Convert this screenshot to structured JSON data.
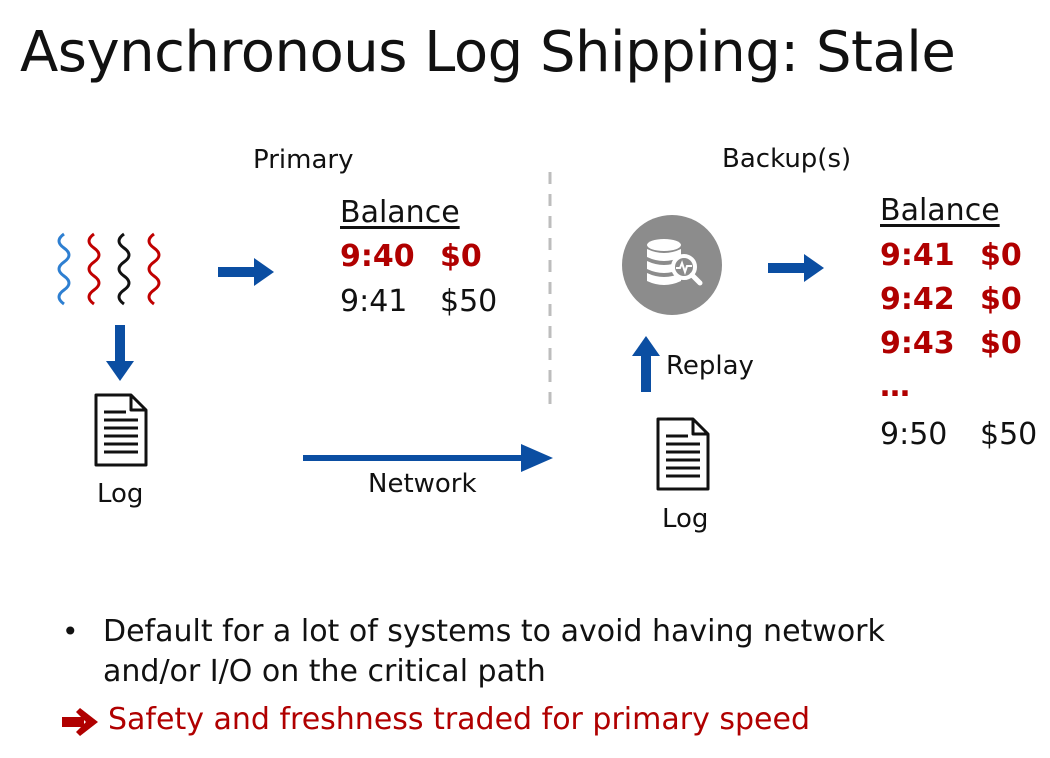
{
  "title": "Asynchronous Log Shipping: Stale",
  "primary": {
    "label": "Primary",
    "balance_header": "Balance",
    "rows": [
      {
        "time": "9:40",
        "amount": "$0",
        "highlight": true
      },
      {
        "time": "9:41",
        "amount": "$50",
        "highlight": false
      }
    ],
    "log_label": "Log"
  },
  "backup": {
    "label": "Backup(s)",
    "balance_header": "Balance",
    "rows": [
      {
        "time": "9:41",
        "amount": "$0",
        "highlight": true
      },
      {
        "time": "9:42",
        "amount": "$0",
        "highlight": true
      },
      {
        "time": "9:43",
        "amount": "$0",
        "highlight": true
      }
    ],
    "ellipsis": "…",
    "last_row": {
      "time": "9:50",
      "amount": "$50"
    },
    "log_label": "Log",
    "replay_label": "Replay"
  },
  "network_label": "Network",
  "bullets": [
    {
      "line1": "Default for a lot of systems to avoid having network",
      "line2": "and/or I/O on the critical path"
    }
  ],
  "conclusion": "Safety and freshness traded for primary speed",
  "colors": {
    "arrow": "#0b4ea2",
    "emphasis": "#b00000",
    "db_circle": "#8c8c8c",
    "divider": "#bdbdbd"
  },
  "icons": [
    "wavy-lines-icon",
    "document-icon",
    "database-search-icon",
    "arrow-right-icon",
    "arrow-down-icon",
    "arrow-up-icon"
  ]
}
